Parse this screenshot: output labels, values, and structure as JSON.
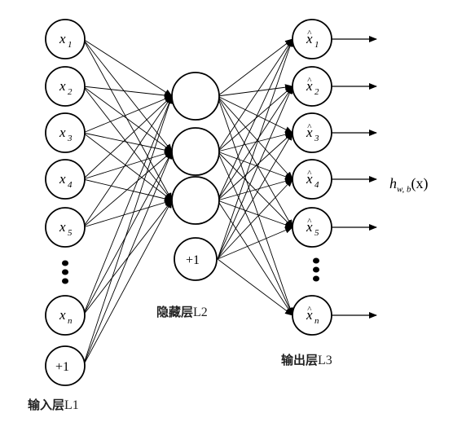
{
  "input_layer": {
    "nodes": [
      {
        "var": "x",
        "sub": "1"
      },
      {
        "var": "x",
        "sub": "2"
      },
      {
        "var": "x",
        "sub": "3"
      },
      {
        "var": "x",
        "sub": "4"
      },
      {
        "var": "x",
        "sub": "5"
      },
      {
        "var": "x",
        "sub": "n"
      }
    ],
    "bias": "+1",
    "label_cn": "输入层",
    "label_latin": "L1"
  },
  "hidden_layer": {
    "node_count": 3,
    "bias": "+1",
    "label_cn": "隐藏层",
    "label_latin": "L2"
  },
  "output_layer": {
    "nodes": [
      {
        "var": "x̂",
        "sub": "1"
      },
      {
        "var": "x̂",
        "sub": "2"
      },
      {
        "var": "x̂",
        "sub": "3"
      },
      {
        "var": "x̂",
        "sub": "4"
      },
      {
        "var": "x̂",
        "sub": "5"
      },
      {
        "var": "x̂",
        "sub": "n"
      }
    ],
    "label_cn": "输出层",
    "label_latin": "L3"
  },
  "hypothesis": {
    "h": "h",
    "sub": "w, b",
    "arg": "(x)"
  }
}
